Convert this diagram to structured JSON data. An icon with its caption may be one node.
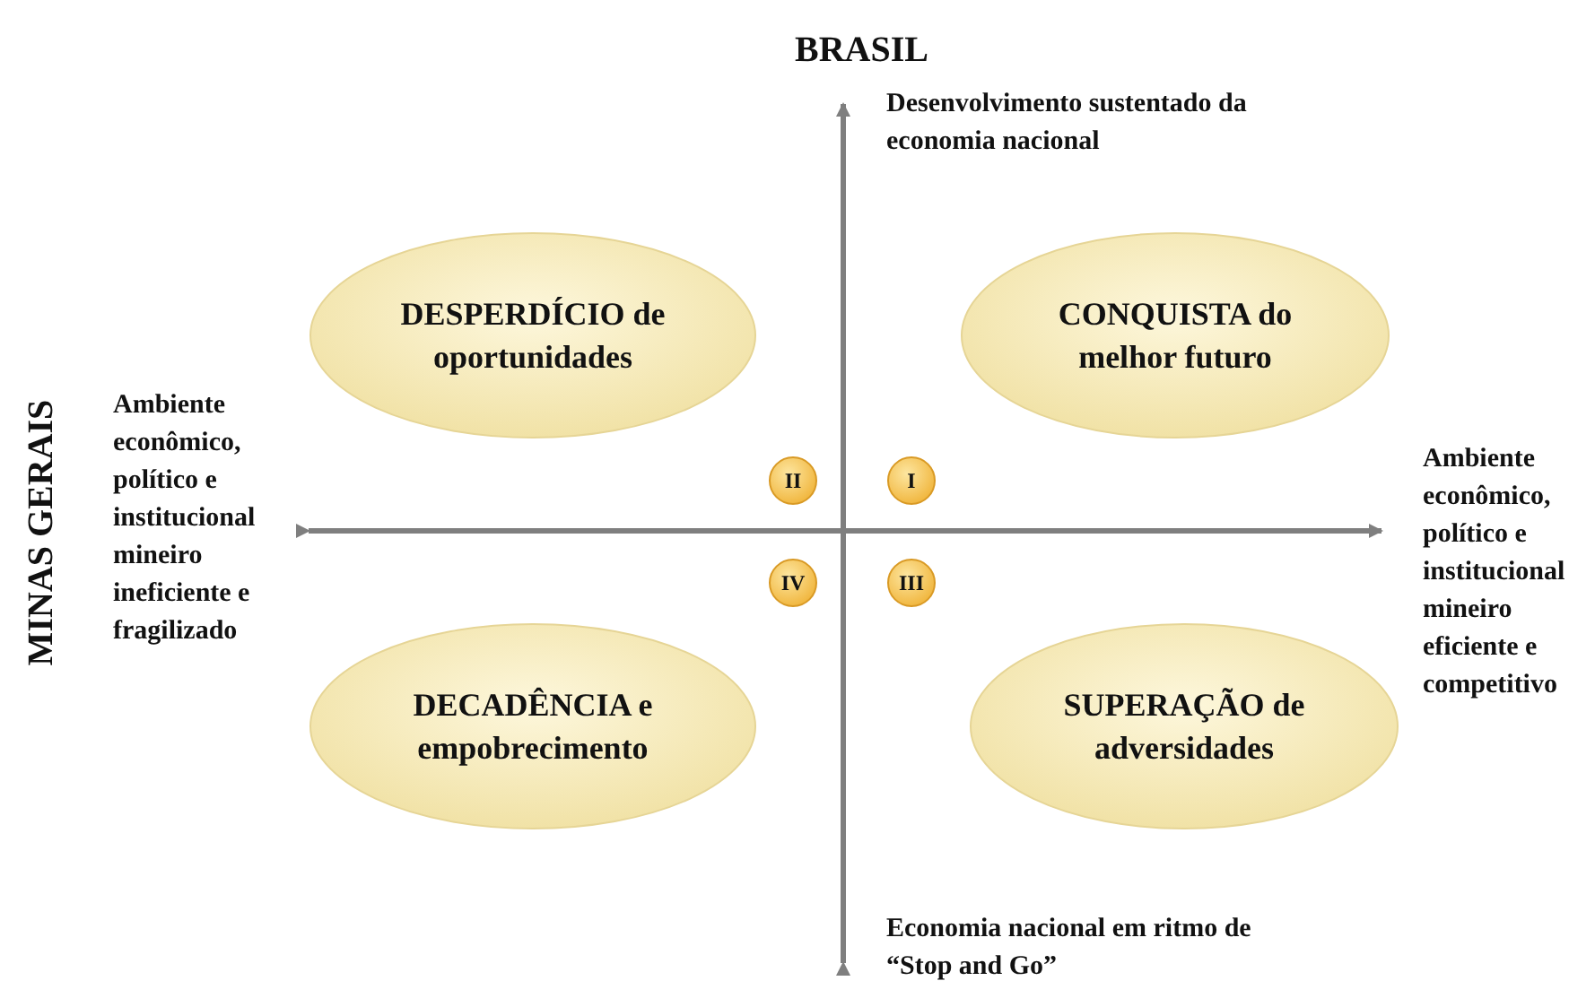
{
  "diagram": {
    "nodes": [
      {
        "text": [
          "DESPERDÍCIO de oportunidades"
        ]
      },
      {
        "text": [
          "CONQUISTA do melhor futuro"
        ]
      },
      {
        "text": [
          "II"
        ]
      },
      {
        "text": [
          "I"
        ]
      },
      {
        "text": [
          "IV"
        ]
      },
      {
        "text": [
          "III"
        ]
      },
      {
        "text": [
          "DECADÊNCIA e empobrecimento"
        ]
      },
      {
        "text": [
          "SUPERAÇÃO de adversidades"
        ]
      }
    ],
    "edges": [],
    "labels": [
      "BRASIL",
      "Desenvolvimento sustentado da economia nacional",
      "MINAS GERAIS",
      "Ambiente econômico, político e institucional mineiro ineficiente e fragilizado",
      "Ambiente econômico, político e institucional mineiro eficiente e competitivo",
      "Economia nacional em ritmo de “Stop and Go”"
    ]
  }
}
